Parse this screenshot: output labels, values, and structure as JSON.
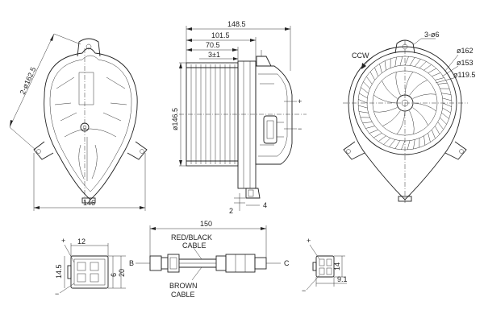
{
  "dims": {
    "left_diag": "2-ø162.5",
    "left_width": "146",
    "mid_total": "148.5",
    "mid_101": "101.5",
    "mid_70": "70.5",
    "mid_3": "3±1",
    "mid_dia": "ø146.5",
    "mid_2": "2",
    "mid_4": "4",
    "mid_plus": "+",
    "mid_minus": "−",
    "right_holes": "3-ø6",
    "right_ccw": "CCW",
    "right_d162": "ø162",
    "right_d153": "ø153",
    "right_d119": "ø119.5",
    "conn_12": "12",
    "conn_14": "14.5",
    "conn_6": "6",
    "conn_20": "20",
    "conn_plus": "+",
    "conn_minus": "−",
    "cable_150": "150",
    "cable_red": "RED/BLACK",
    "cable_red2": "CABLE",
    "cable_brown": "BROWN",
    "cable_brown2": "CABLE",
    "cable_B": "B",
    "cable_C": "C",
    "plug_14": "14",
    "plug_9": "9.1",
    "plug_plus": "+",
    "plug_minus": "−"
  }
}
